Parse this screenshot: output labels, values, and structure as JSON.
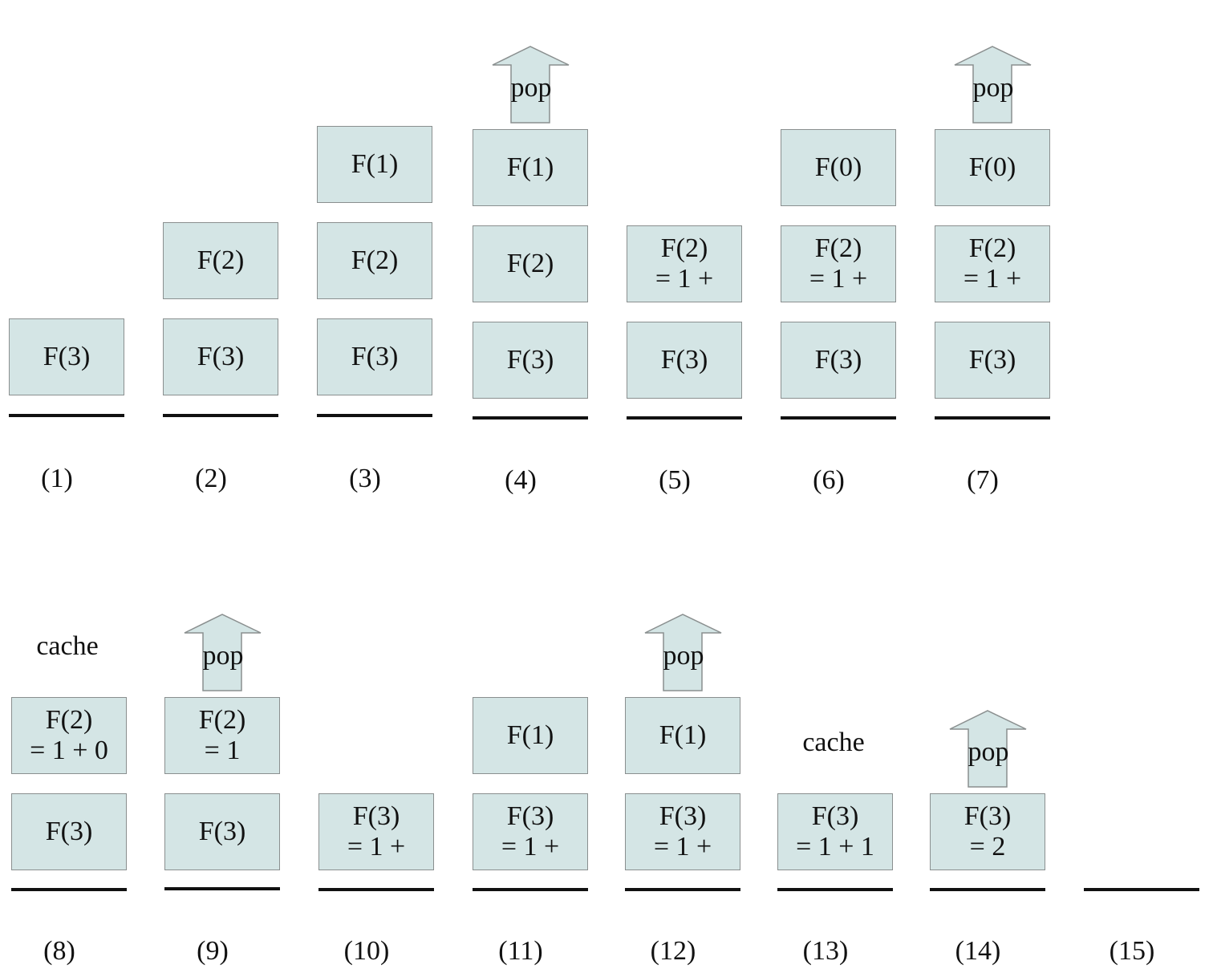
{
  "colors": {
    "box_fill": "#d4e5e5",
    "box_border": "#8a8f8f",
    "baseline": "#111111"
  },
  "pop_label": "pop",
  "cache_label": "cache",
  "steps": [
    {
      "label": "(1)",
      "stack": [
        [
          "F(3)"
        ]
      ]
    },
    {
      "label": "(2)",
      "stack": [
        [
          "F(3)"
        ],
        [
          "F(2)"
        ]
      ]
    },
    {
      "label": "(3)",
      "stack": [
        [
          "F(3)"
        ],
        [
          "F(2)"
        ],
        [
          "F(1)"
        ]
      ]
    },
    {
      "label": "(4)",
      "stack": [
        [
          "F(3)"
        ],
        [
          "F(2)"
        ],
        [
          "F(1)"
        ]
      ],
      "pop": true
    },
    {
      "label": "(5)",
      "stack": [
        [
          "F(3)"
        ],
        [
          "F(2)",
          "= 1 +"
        ]
      ]
    },
    {
      "label": "(6)",
      "stack": [
        [
          "F(3)"
        ],
        [
          "F(2)",
          "= 1 +"
        ],
        [
          "F(0)"
        ]
      ]
    },
    {
      "label": "(7)",
      "stack": [
        [
          "F(3)"
        ],
        [
          "F(2)",
          "= 1 +"
        ],
        [
          "F(0)"
        ]
      ],
      "pop": true
    },
    {
      "label": "(8)",
      "stack": [
        [
          "F(3)"
        ],
        [
          "F(2)",
          "= 1 + 0"
        ]
      ],
      "cache": true
    },
    {
      "label": "(9)",
      "stack": [
        [
          "F(3)"
        ],
        [
          "F(2)",
          "= 1"
        ]
      ],
      "pop": true
    },
    {
      "label": "(10)",
      "stack": [
        [
          "F(3)",
          "= 1 +"
        ]
      ]
    },
    {
      "label": "(11)",
      "stack": [
        [
          "F(3)",
          "= 1 +"
        ],
        [
          "F(1)"
        ]
      ]
    },
    {
      "label": "(12)",
      "stack": [
        [
          "F(3)",
          "= 1 +"
        ],
        [
          "F(1)"
        ]
      ],
      "pop": true
    },
    {
      "label": "(13)",
      "stack": [
        [
          "F(3)",
          "= 1 + 1"
        ]
      ],
      "cache": true
    },
    {
      "label": "(14)",
      "stack": [
        [
          "F(3)",
          "= 2"
        ]
      ],
      "pop": true
    },
    {
      "label": "(15)",
      "stack": []
    }
  ]
}
